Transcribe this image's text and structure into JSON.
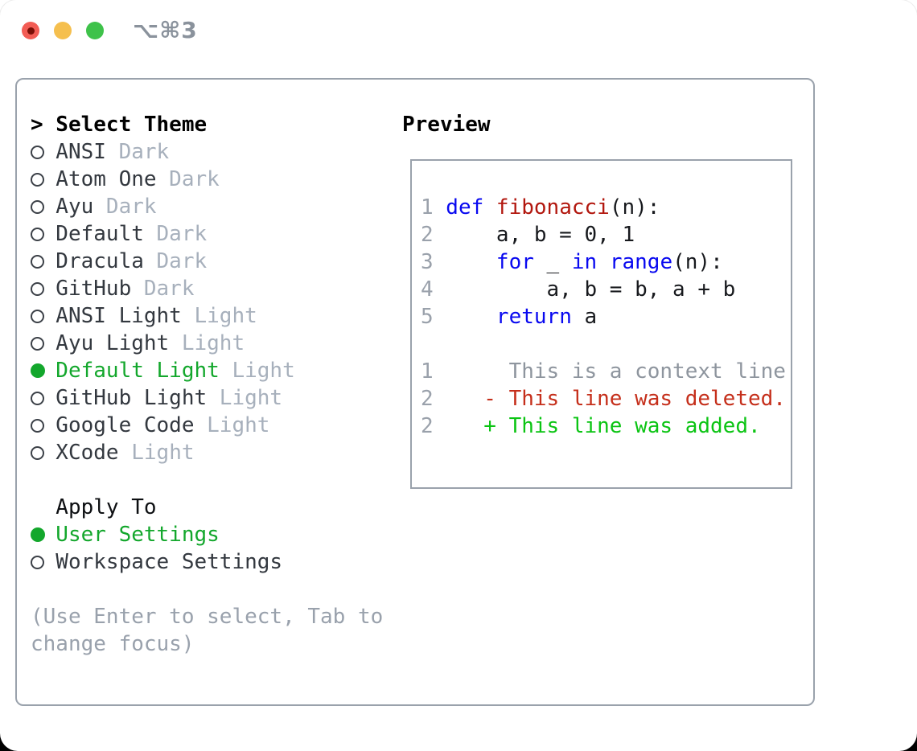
{
  "titlebar": {
    "shortcut_label": "⌥⌘3"
  },
  "theme_panel": {
    "header_marker": ">",
    "header_label": "Select Theme",
    "themes": [
      {
        "name": "ANSI",
        "tag": "Dark",
        "selected": false
      },
      {
        "name": "Atom One",
        "tag": "Dark",
        "selected": false
      },
      {
        "name": "Ayu",
        "tag": "Dark",
        "selected": false
      },
      {
        "name": "Default",
        "tag": "Dark",
        "selected": false
      },
      {
        "name": "Dracula",
        "tag": "Dark",
        "selected": false
      },
      {
        "name": "GitHub",
        "tag": "Dark",
        "selected": false
      },
      {
        "name": "ANSI Light",
        "tag": "Light",
        "selected": false
      },
      {
        "name": "Ayu Light",
        "tag": "Light",
        "selected": false
      },
      {
        "name": "Default Light",
        "tag": "Light",
        "selected": true
      },
      {
        "name": "GitHub Light",
        "tag": "Light",
        "selected": false
      },
      {
        "name": "Google Code",
        "tag": "Light",
        "selected": false
      },
      {
        "name": "XCode",
        "tag": "Light",
        "selected": false
      }
    ],
    "apply_to_label": "Apply To",
    "apply_options": [
      {
        "name": "User Settings",
        "selected": true
      },
      {
        "name": "Workspace Settings",
        "selected": false
      }
    ],
    "help_lines": [
      "(Use Enter to select, Tab to",
      "change focus)"
    ]
  },
  "preview_panel": {
    "title": "Preview",
    "code_lines": [
      {
        "num": "1",
        "tokens": [
          {
            "t": "def",
            "c": "kw"
          },
          {
            "t": " ",
            "c": "pl"
          },
          {
            "t": "fibonacci",
            "c": "fn"
          },
          {
            "t": "(n):",
            "c": "pl"
          }
        ]
      },
      {
        "num": "2",
        "tokens": [
          {
            "t": "    a, b = 0, 1",
            "c": "pl"
          }
        ]
      },
      {
        "num": "3",
        "tokens": [
          {
            "t": "    ",
            "c": "pl"
          },
          {
            "t": "for",
            "c": "kw"
          },
          {
            "t": " _ ",
            "c": "pl"
          },
          {
            "t": "in",
            "c": "kw"
          },
          {
            "t": " ",
            "c": "pl"
          },
          {
            "t": "range",
            "c": "kw"
          },
          {
            "t": "(n):",
            "c": "pl"
          }
        ]
      },
      {
        "num": "4",
        "tokens": [
          {
            "t": "        a, b = b, a + b",
            "c": "pl"
          }
        ]
      },
      {
        "num": "5",
        "tokens": [
          {
            "t": "    ",
            "c": "pl"
          },
          {
            "t": "return",
            "c": "kw"
          },
          {
            "t": " a",
            "c": "pl"
          }
        ]
      },
      {
        "num": "",
        "tokens": []
      },
      {
        "num": "1",
        "tokens": [
          {
            "t": "     This is a context line.",
            "c": "ctx"
          }
        ]
      },
      {
        "num": "2",
        "tokens": [
          {
            "t": "   - This line was deleted.",
            "c": "del"
          }
        ]
      },
      {
        "num": "2",
        "tokens": [
          {
            "t": "   + This line was added.",
            "c": "add"
          }
        ]
      }
    ]
  },
  "colors": {
    "selection_green": "#13a72c",
    "added_green": "#0bc413",
    "deleted_red": "#c52f1b",
    "keyword_blue": "#0808f0",
    "function_red": "#b2170e",
    "muted_gray": "#a7b0bc",
    "border_gray": "#9aa2ac",
    "traffic_red": "#f25c54",
    "traffic_yellow": "#f5bf4e",
    "traffic_green": "#3ec24a"
  }
}
